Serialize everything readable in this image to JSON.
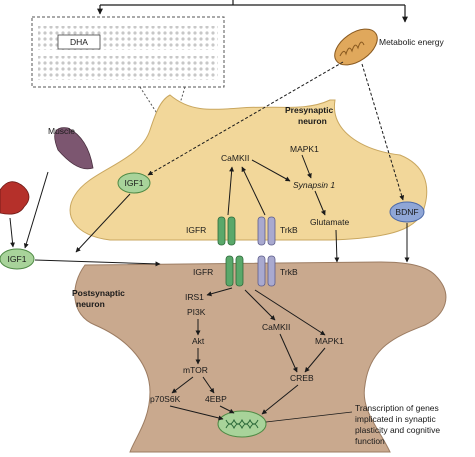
{
  "labels": {
    "dha": "DHA",
    "metabolic_energy": "Metabolic energy",
    "muscle": "Muscle",
    "presynaptic_line1": "Presynaptic",
    "presynaptic_line2": "neuron",
    "postsynaptic_line1": "Postsynaptic",
    "postsynaptic_line2": "neuron",
    "igf1_pre": "IGF1",
    "igf1_left": "IGF1",
    "camkii_pre": "CaMKII",
    "mapk1_pre": "MAPK1",
    "synapsin": "Synapsin 1",
    "glutamate": "Glutamate",
    "bdnf": "BDNF",
    "igfr_pre": "IGFR",
    "trkb_pre": "TrkB",
    "igfr_post": "IGFR",
    "trkb_post": "TrkB",
    "irs1": "IRS1",
    "pi3k": "PI3K",
    "akt": "Akt",
    "mtor": "mTOR",
    "p70s6k": "p70S6K",
    "4ebp": "4EBP",
    "camkii_post": "CaMKII",
    "mapk1_post": "MAPK1",
    "creb": "CREB",
    "transcription_line1": "Transcription of genes",
    "transcription_line2": "implicated in synaptic",
    "transcription_line3": "plasticity and cognitive",
    "transcription_line4": "function"
  },
  "colors": {
    "presynaptic_fill": "#f2d79a",
    "postsynaptic_fill": "#c9a98e",
    "green_node": "#a8d39a",
    "bdnf_node": "#8fa6d6",
    "igfr_receptor": "#5aa86a",
    "trkb_receptor": "#a9a9cf",
    "muscle": "#7c5670",
    "liver": "#b5302a"
  }
}
